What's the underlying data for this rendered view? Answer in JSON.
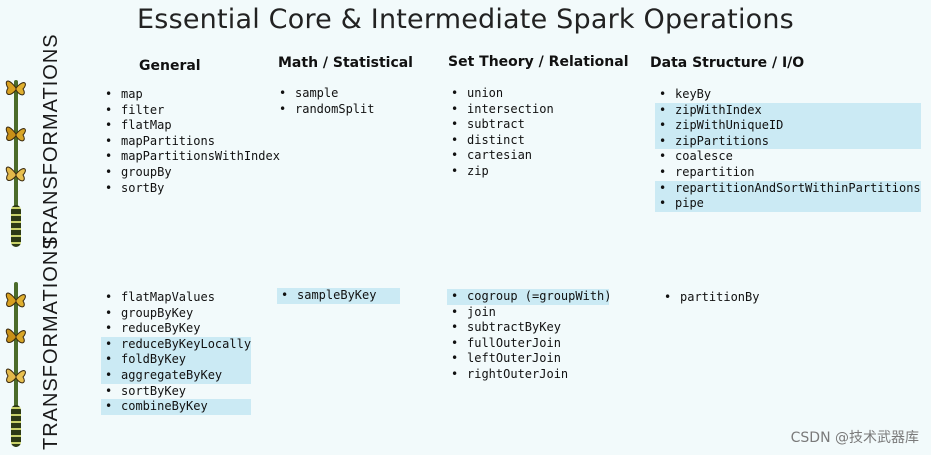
{
  "title": "Essential Core & Intermediate Spark Operations",
  "columns": {
    "general": "General",
    "math": "Math / Statistical",
    "set": "Set Theory / Relational",
    "data": "Data Structure / I/O"
  },
  "side_labels": {
    "top": "TRANSFORMATIONS",
    "bottom": "TRANSFORMATIONS"
  },
  "bullet": "•",
  "sections": {
    "top": {
      "general": [
        {
          "label": "map",
          "highlight": false
        },
        {
          "label": "filter",
          "highlight": false
        },
        {
          "label": "flatMap",
          "highlight": false
        },
        {
          "label": "mapPartitions",
          "highlight": false
        },
        {
          "label": "mapPartitionsWithIndex",
          "highlight": false
        },
        {
          "label": "groupBy",
          "highlight": false
        },
        {
          "label": "sortBy",
          "highlight": false
        }
      ],
      "math": [
        {
          "label": "sample",
          "highlight": false
        },
        {
          "label": "randomSplit",
          "highlight": false
        }
      ],
      "set": [
        {
          "label": "union",
          "highlight": false
        },
        {
          "label": "intersection",
          "highlight": false
        },
        {
          "label": "subtract",
          "highlight": false
        },
        {
          "label": "distinct",
          "highlight": false
        },
        {
          "label": "cartesian",
          "highlight": false
        },
        {
          "label": "zip",
          "highlight": false
        }
      ],
      "data": [
        {
          "label": "keyBy",
          "highlight": false
        },
        {
          "label": "zipWithIndex",
          "highlight": true
        },
        {
          "label": "zipWithUniqueID",
          "highlight": true
        },
        {
          "label": "zipPartitions",
          "highlight": true
        },
        {
          "label": "coalesce",
          "highlight": false
        },
        {
          "label": "repartition",
          "highlight": false
        },
        {
          "label": "repartitionAndSortWithinPartitions",
          "highlight": true
        },
        {
          "label": "pipe",
          "highlight": true
        }
      ]
    },
    "bottom": {
      "general": [
        {
          "label": "flatMapValues",
          "highlight": false
        },
        {
          "label": "groupByKey",
          "highlight": false
        },
        {
          "label": "reduceByKey",
          "highlight": false
        },
        {
          "label": "reduceByKeyLocally",
          "highlight": true
        },
        {
          "label": "foldByKey",
          "highlight": true
        },
        {
          "label": "aggregateByKey",
          "highlight": true
        },
        {
          "label": "sortByKey",
          "highlight": false
        },
        {
          "label": "combineByKey",
          "highlight": true
        }
      ],
      "math": [
        {
          "label": "sampleByKey",
          "highlight": true
        }
      ],
      "set": [
        {
          "label": "cogroup (=groupWith)",
          "highlight": true
        },
        {
          "label": "join",
          "highlight": false
        },
        {
          "label": "subtractByKey",
          "highlight": false
        },
        {
          "label": "fullOuterJoin",
          "highlight": false
        },
        {
          "label": "leftOuterJoin",
          "highlight": false
        },
        {
          "label": "rightOuterJoin",
          "highlight": false
        }
      ],
      "data": [
        {
          "label": "partitionBy",
          "highlight": false
        }
      ]
    }
  },
  "watermark": "CSDN @技术武器库",
  "colors": {
    "background": "#f2fafb",
    "highlight": "#cbeaf4"
  }
}
